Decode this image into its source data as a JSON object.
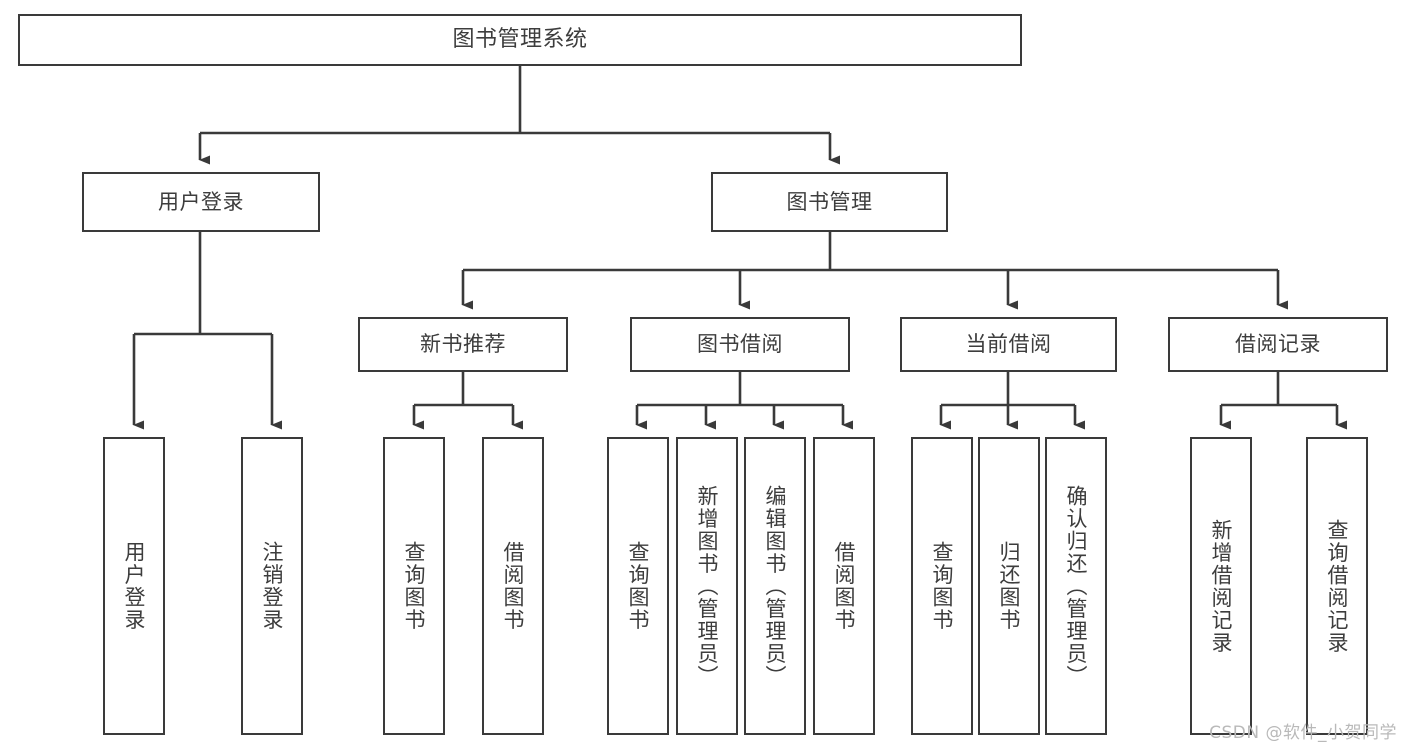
{
  "diagram": {
    "title": "图书管理系统",
    "type": "tree-hierarchy-chart",
    "colors": {
      "box_border": "#3a3a3a",
      "box_fill": "#ffffff",
      "edge": "#3a3a3a",
      "text": "#3d3d3d",
      "background": "#ffffff",
      "watermark": "#b9b9b9"
    },
    "watermark": "CSDN @软件_小贺同学",
    "nodes": {
      "root": {
        "label": "图书管理系统"
      },
      "level1": [
        {
          "id": "user-login",
          "label": "用户登录"
        },
        {
          "id": "book-management",
          "label": "图书管理"
        }
      ],
      "level2": [
        {
          "id": "new-book-recommend",
          "label": "新书推荐"
        },
        {
          "id": "book-borrow",
          "label": "图书借阅"
        },
        {
          "id": "current-borrow",
          "label": "当前借阅"
        },
        {
          "id": "borrow-record",
          "label": "借阅记录"
        }
      ],
      "leaves": {
        "user_login": [
          {
            "id": "leaf-user-login",
            "label": "用户登录"
          },
          {
            "id": "leaf-logout-login",
            "label": "注销登录"
          }
        ],
        "new_book_recommend": [
          {
            "id": "leaf-query-book-1",
            "label": "查询图书"
          },
          {
            "id": "leaf-borrow-book-1",
            "label": "借阅图书"
          }
        ],
        "book_borrow": [
          {
            "id": "leaf-query-book-2",
            "label": "查询图书"
          },
          {
            "id": "leaf-add-book",
            "label": "新增图书（管理员）"
          },
          {
            "id": "leaf-edit-book",
            "label": "编辑图书（管理员）"
          },
          {
            "id": "leaf-borrow-book-2",
            "label": "借阅图书"
          }
        ],
        "current_borrow": [
          {
            "id": "leaf-query-book-3",
            "label": "查询图书"
          },
          {
            "id": "leaf-return-book",
            "label": "归还图书"
          },
          {
            "id": "leaf-confirm-return",
            "label": "确认归还（管理员）"
          }
        ],
        "borrow_record": [
          {
            "id": "leaf-add-record",
            "label": "新增借阅记录"
          },
          {
            "id": "leaf-query-record",
            "label": "查询借阅记录"
          }
        ]
      }
    }
  }
}
